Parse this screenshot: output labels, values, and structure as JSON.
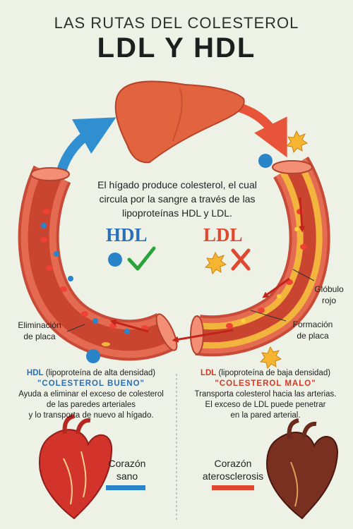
{
  "header": {
    "title_top": "LAS RUTAS DEL COLESTEROL",
    "title_main": "LDL Y HDL"
  },
  "intro": "El hígado produce colesterol, el cual circula por la sangre a través de las lipoproteínas HDL y LDL.",
  "hdl": {
    "word": "HDL",
    "mark": "check",
    "abbr": "HDL",
    "full_name": "(lipoproteína de alta densidad)",
    "nickname": "\"COLESTEROL BUENO\"",
    "description_1": "Ayuda a eliminar el exceso de colesterol",
    "description_2": "de las paredes arteriales",
    "description_3": "y lo transporta de nuevo al hígado.",
    "color": "#2a6fb7"
  },
  "ldl": {
    "word": "LDL",
    "mark": "cross",
    "abbr": "LDL",
    "full_name": "(lipoproteína de baja densidad)",
    "nickname": "\"COLESTEROL MALO\"",
    "description_1": "Transporta colesterol hacia las arterias.",
    "description_2": "El exceso de LDL puede penetrar",
    "description_3": "en la pared arterial.",
    "color": "#e0472f"
  },
  "labels": {
    "elimination_1": "Eliminación",
    "elimination_2": "de placa",
    "formation_1": "Formación",
    "formation_2": "de placa",
    "rbc_1": "Glóbulo",
    "rbc_2": "rojo"
  },
  "hearts": {
    "healthy_1": "Corazón",
    "healthy_2": "sano",
    "athero_1": "Corazón",
    "athero_2": "aterosclerosis"
  },
  "colors": {
    "background": "#eef1e6",
    "artery": "#e56a52",
    "liver": "#e2643f",
    "plaque": "#f2b43c",
    "blue_arrow": "#2f8fd1",
    "red_arrow": "#e8543a",
    "check": "#2aa43a"
  }
}
